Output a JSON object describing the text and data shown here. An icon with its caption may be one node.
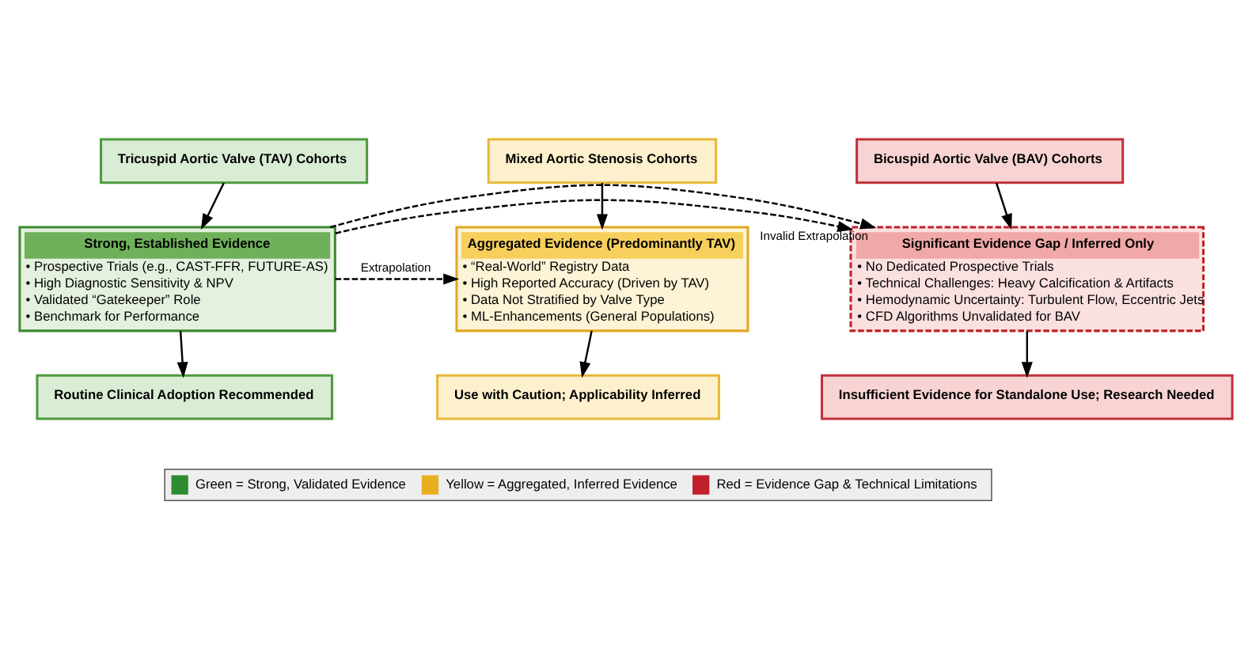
{
  "diagram": {
    "nodes": [
      {
        "text": [
          "Tricuspid Aortic Valve (TAV) Cohorts"
        ]
      },
      {
        "text": [
          "Strong, Established Evidence",
          "• Prospective Trials (e.g., CAST-FFR, FUTURE-AS)",
          "• High Diagnostic Sensitivity & NPV",
          "• Validated “Gatekeeper” Role",
          "• Benchmark for Performance"
        ]
      },
      {
        "text": [
          "Routine Clinical Adoption Recommended"
        ]
      },
      {
        "text": [
          "Mixed Aortic Stenosis Cohorts"
        ]
      },
      {
        "text": [
          "Aggregated Evidence (Predominantly TAV)",
          "• “Real-World” Registry Data",
          "• High Reported Accuracy (Driven by TAV)",
          "• Data Not Stratified by Valve Type",
          "• ML-Enhancements (General Populations)"
        ]
      },
      {
        "text": [
          "Use with Caution; Applicability Inferred"
        ]
      },
      {
        "text": [
          "Bicuspid Aortic Valve (BAV) Cohorts"
        ]
      },
      {
        "text": [
          "Significant Evidence Gap / Inferred Only",
          "• No Dedicated Prospective Trials",
          "• Technical Challenges: Heavy Calcification & Artifacts",
          "• Hemodynamic Uncertainty: Turbulent Flow, Eccentric Jets",
          "• CFD Algorithms Unvalidated for BAV"
        ]
      },
      {
        "text": [
          "Insufficient Evidence for Standalone Use; Research Needed"
        ]
      }
    ],
    "edges": [
      {
        "from": 0,
        "to": 1,
        "arrow": "to"
      },
      {
        "from": 1,
        "to": 2,
        "arrow": "to"
      },
      {
        "from": 3,
        "to": 4,
        "arrow": "to"
      },
      {
        "from": 4,
        "to": 5,
        "arrow": "to"
      },
      {
        "from": 6,
        "to": 7,
        "arrow": "to"
      },
      {
        "from": 7,
        "to": 8,
        "arrow": "to"
      },
      {
        "from": 1,
        "to": 4,
        "arrow": "to",
        "label": "Extrapolation",
        "style": "dashed"
      },
      {
        "from": 1,
        "to": 7,
        "arrow": "to",
        "style": "dashed"
      },
      {
        "from": 1,
        "to": 7,
        "arrow": "to",
        "label": "Invalid Extrapolation",
        "style": "dashed"
      }
    ],
    "legend": [
      {
        "text": "Green = Strong, Validated Evidence",
        "color": "#2e8b2e"
      },
      {
        "text": "Yellow = Aggregated, Inferred Evidence",
        "color": "#e8b020"
      },
      {
        "text": "Red = Evidence Gap & Technical Limitations",
        "color": "#c0202a"
      }
    ]
  }
}
